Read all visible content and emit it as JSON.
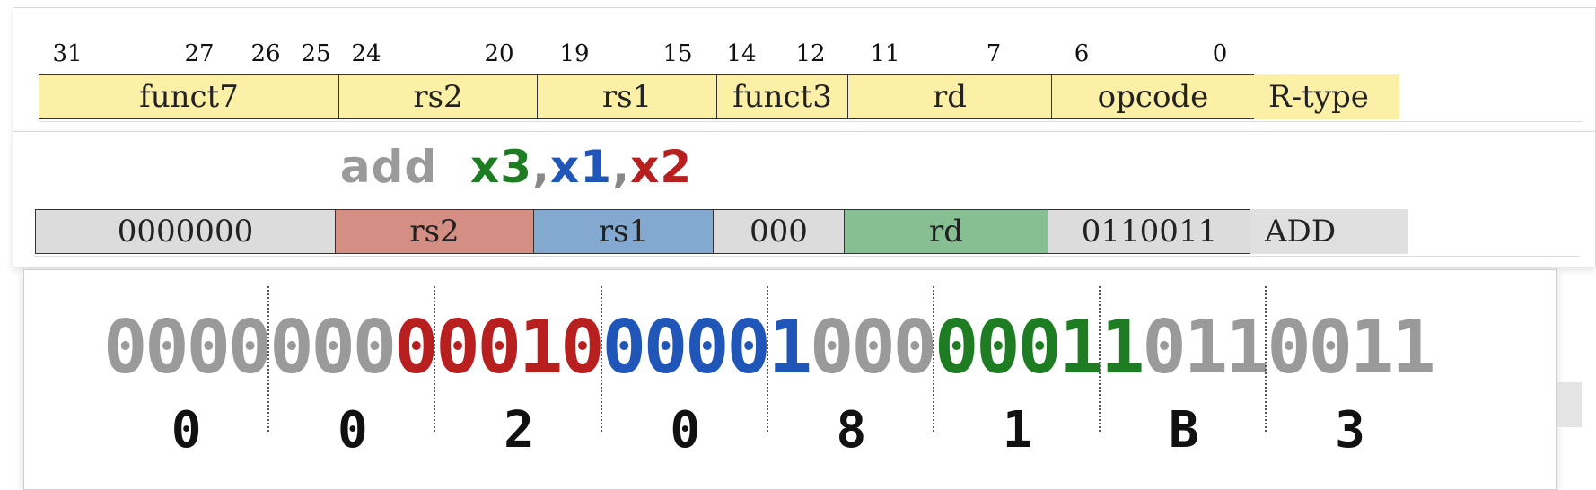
{
  "format": {
    "bit_numbers": [
      "31",
      "27",
      "26",
      "25",
      "24",
      "20",
      "19",
      "15",
      "14",
      "12",
      "11",
      "7",
      "6",
      "0"
    ],
    "fields": [
      "funct7",
      "rs2",
      "rs1",
      "funct3",
      "rd",
      "opcode"
    ],
    "type_label": "R-type",
    "field_color": "#fcefa6"
  },
  "instruction": {
    "mnemonic": "add",
    "rd": "x3",
    "comma1": ",",
    "rs1": "x1",
    "comma2": ",",
    "rs2": "x2",
    "colors": {
      "mnemonic": "#9a9a9a",
      "rd": "#1e7d23",
      "rs1": "#1f56b8",
      "rs2": "#b81f1f",
      "comma": "#888888"
    }
  },
  "encoding": {
    "fields": [
      {
        "text": "0000000",
        "color": "#dcdcdc"
      },
      {
        "text": "rs2",
        "color": "#d48e84"
      },
      {
        "text": "rs1",
        "color": "#84a9d0"
      },
      {
        "text": "000",
        "color": "#dcdcdc"
      },
      {
        "text": "rd",
        "color": "#88bf92"
      },
      {
        "text": "0110011",
        "color": "#dcdcdc"
      }
    ],
    "label": "ADD"
  },
  "binary": {
    "bits": [
      {
        "v": "0",
        "c": "#9a9a9a"
      },
      {
        "v": "0",
        "c": "#9a9a9a"
      },
      {
        "v": "0",
        "c": "#9a9a9a"
      },
      {
        "v": "0",
        "c": "#9a9a9a"
      },
      {
        "v": "0",
        "c": "#9a9a9a"
      },
      {
        "v": "0",
        "c": "#9a9a9a"
      },
      {
        "v": "0",
        "c": "#9a9a9a"
      },
      {
        "v": "0",
        "c": "#b81f1f"
      },
      {
        "v": "0",
        "c": "#b81f1f"
      },
      {
        "v": "0",
        "c": "#b81f1f"
      },
      {
        "v": "1",
        "c": "#b81f1f"
      },
      {
        "v": "0",
        "c": "#b81f1f"
      },
      {
        "v": "0",
        "c": "#1f56b8"
      },
      {
        "v": "0",
        "c": "#1f56b8"
      },
      {
        "v": "0",
        "c": "#1f56b8"
      },
      {
        "v": "0",
        "c": "#1f56b8"
      },
      {
        "v": "1",
        "c": "#1f56b8"
      },
      {
        "v": "0",
        "c": "#9a9a9a"
      },
      {
        "v": "0",
        "c": "#9a9a9a"
      },
      {
        "v": "0",
        "c": "#9a9a9a"
      },
      {
        "v": "0",
        "c": "#1e7d23"
      },
      {
        "v": "0",
        "c": "#1e7d23"
      },
      {
        "v": "0",
        "c": "#1e7d23"
      },
      {
        "v": "1",
        "c": "#1e7d23"
      },
      {
        "v": "1",
        "c": "#1e7d23"
      },
      {
        "v": "0",
        "c": "#9a9a9a"
      },
      {
        "v": "1",
        "c": "#9a9a9a"
      },
      {
        "v": "1",
        "c": "#9a9a9a"
      },
      {
        "v": "0",
        "c": "#9a9a9a"
      },
      {
        "v": "0",
        "c": "#9a9a9a"
      },
      {
        "v": "1",
        "c": "#9a9a9a"
      },
      {
        "v": "1",
        "c": "#9a9a9a"
      }
    ],
    "hex_digits": [
      "0",
      "0",
      "2",
      "0",
      "8",
      "1",
      "B",
      "3"
    ]
  }
}
